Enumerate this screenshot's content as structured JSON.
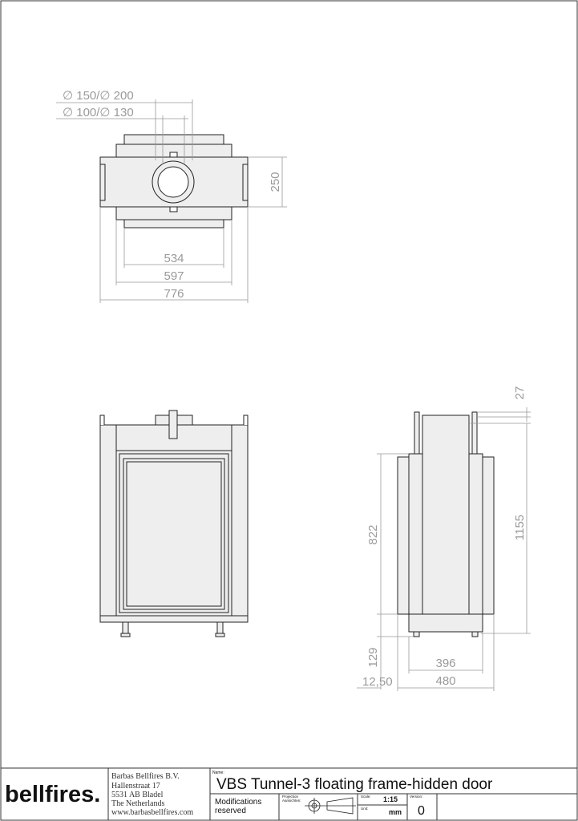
{
  "top_view": {
    "dia_outer": "∅ 150/∅ 200",
    "dia_inner": "∅ 100/∅ 130",
    "depth": "250",
    "w_inner": "534",
    "w_mid": "597",
    "w_total": "776"
  },
  "side_view": {
    "d_top": "27",
    "d_height": "1155",
    "d_glass": "822",
    "d_base": "129",
    "d_offset": "12,50",
    "d_inner": "396",
    "d_total": "480"
  },
  "title_block": {
    "logo": "bellfires.",
    "company_lines": [
      "Barbas Bellfires B.V.",
      "Hallenstraat 17",
      "5531 AB Bladel",
      "The Netherlands",
      "www.barbasbellfires.com"
    ],
    "name_label": "Name:",
    "title": "VBS Tunnel-3 floating frame-hidden door",
    "modifications_line1": "Modifications",
    "modifications_line2": "reserved",
    "projection_label": "Projection",
    "projection_label2": "Aansichten:",
    "scale_label": "Scale:",
    "scale_value": "1:15",
    "unit_label": "Unit:",
    "unit_value": "mm",
    "version_label": "Version:",
    "version_value": "0"
  },
  "colors": {
    "line": "#222222",
    "dim": "#9a9a9a",
    "fill": "#eeeeee"
  }
}
